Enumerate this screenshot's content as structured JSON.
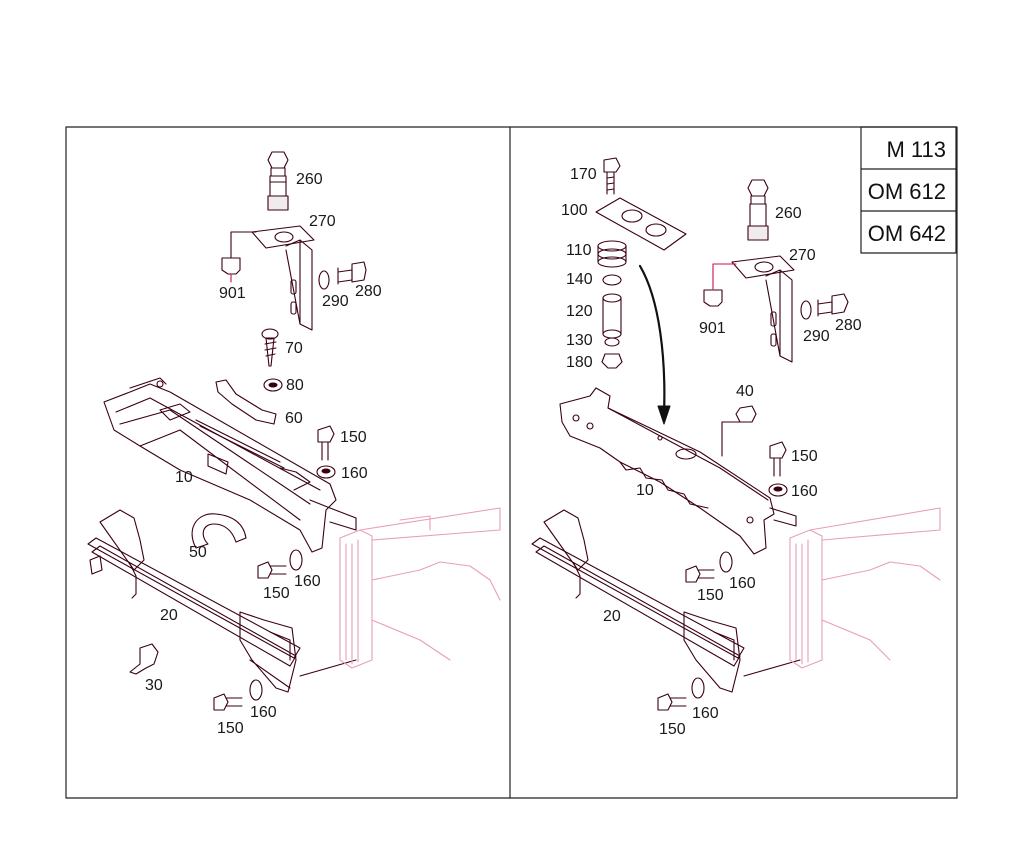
{
  "variants": [
    "M 113",
    "OM 612",
    "OM 642"
  ],
  "left_panel": {
    "labels": {
      "p260": "260",
      "p270": "270",
      "p901": "901",
      "p290": "290",
      "p280": "280",
      "p70": "70",
      "p80": "80",
      "p60": "60",
      "p150a": "150",
      "p160a": "160",
      "p10": "10",
      "p50": "50",
      "p150b": "150",
      "p160b": "160",
      "p20": "20",
      "p30": "30",
      "p150c": "150",
      "p160c": "160"
    }
  },
  "right_panel": {
    "labels": {
      "p170": "170",
      "p100": "100",
      "p110": "110",
      "p140": "140",
      "p120": "120",
      "p130": "130",
      "p180": "180",
      "p260": "260",
      "p270": "270",
      "p901": "901",
      "p290": "290",
      "p280": "280",
      "p40": "40",
      "p150a": "150",
      "p160a": "160",
      "p10": "10",
      "p150b": "150",
      "p160b": "160",
      "p20": "20",
      "p150c": "150",
      "p160c": "160"
    }
  },
  "colors": {
    "line": "#3a0010",
    "accent": "#cc1144",
    "pink": "#e8a0b4",
    "frame": "#222222"
  }
}
